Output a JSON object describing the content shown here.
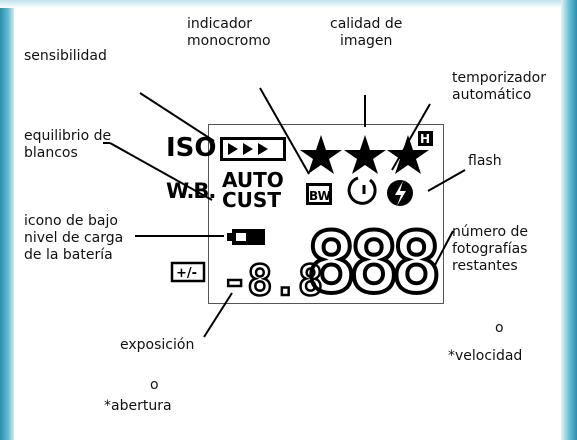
{
  "labels": {
    "indicador_monocromo": "indicador\nmonocromo",
    "calidad_imagen": "calidad de\nimagen",
    "sensibilidad": "sensibilidad",
    "temporizador": "temporizador\nautomático",
    "equilibrio": "equilibrio de\nblancos",
    "flash": "flash",
    "bateria": "icono de bajo\nnivel de carga\nde la batería",
    "fotografias": "número de\nfotografías\nrestantes",
    "exposicion": "exposición",
    "velocidad_o": "o",
    "velocidad": "*velocidad",
    "abertura_o": "o",
    "abertura": "*abertura"
  },
  "lcd": {
    "iso": "ISO",
    "wb": "W.B.",
    "auto": "AUTO",
    "cust": "CUST",
    "bw": "BW",
    "h": "H",
    "exp_readout": "-8.8",
    "count_readout": "888",
    "ev_comp": "+/-"
  }
}
